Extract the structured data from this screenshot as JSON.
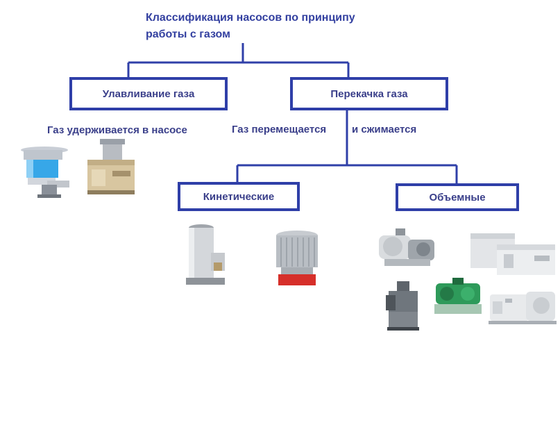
{
  "title": {
    "line1": "Классификация насосов по принципу",
    "line2": "работы с газом"
  },
  "boxes": {
    "capture": "Улавливание газа",
    "transfer": "Перекачка газа",
    "kinetic": "Кинетические",
    "volumetric": "Объемные"
  },
  "notes": {
    "capture": "Газ удерживается в насосе",
    "transfer_left": "Газ перемещается",
    "transfer_right": "и сжимается"
  },
  "colors": {
    "box_border": "#2f3fa8",
    "connector": "#2f3fa8",
    "text": "#3a3f8a"
  },
  "icons": [
    "cryopump-icon",
    "ion-pump-icon",
    "diffusion-pump-icon",
    "turbomolecular-pump-icon",
    "scroll-pump-icon",
    "dry-pump-icon",
    "rotary-vane-pump-icon",
    "roots-pump-icon",
    "claw-pump-icon"
  ]
}
